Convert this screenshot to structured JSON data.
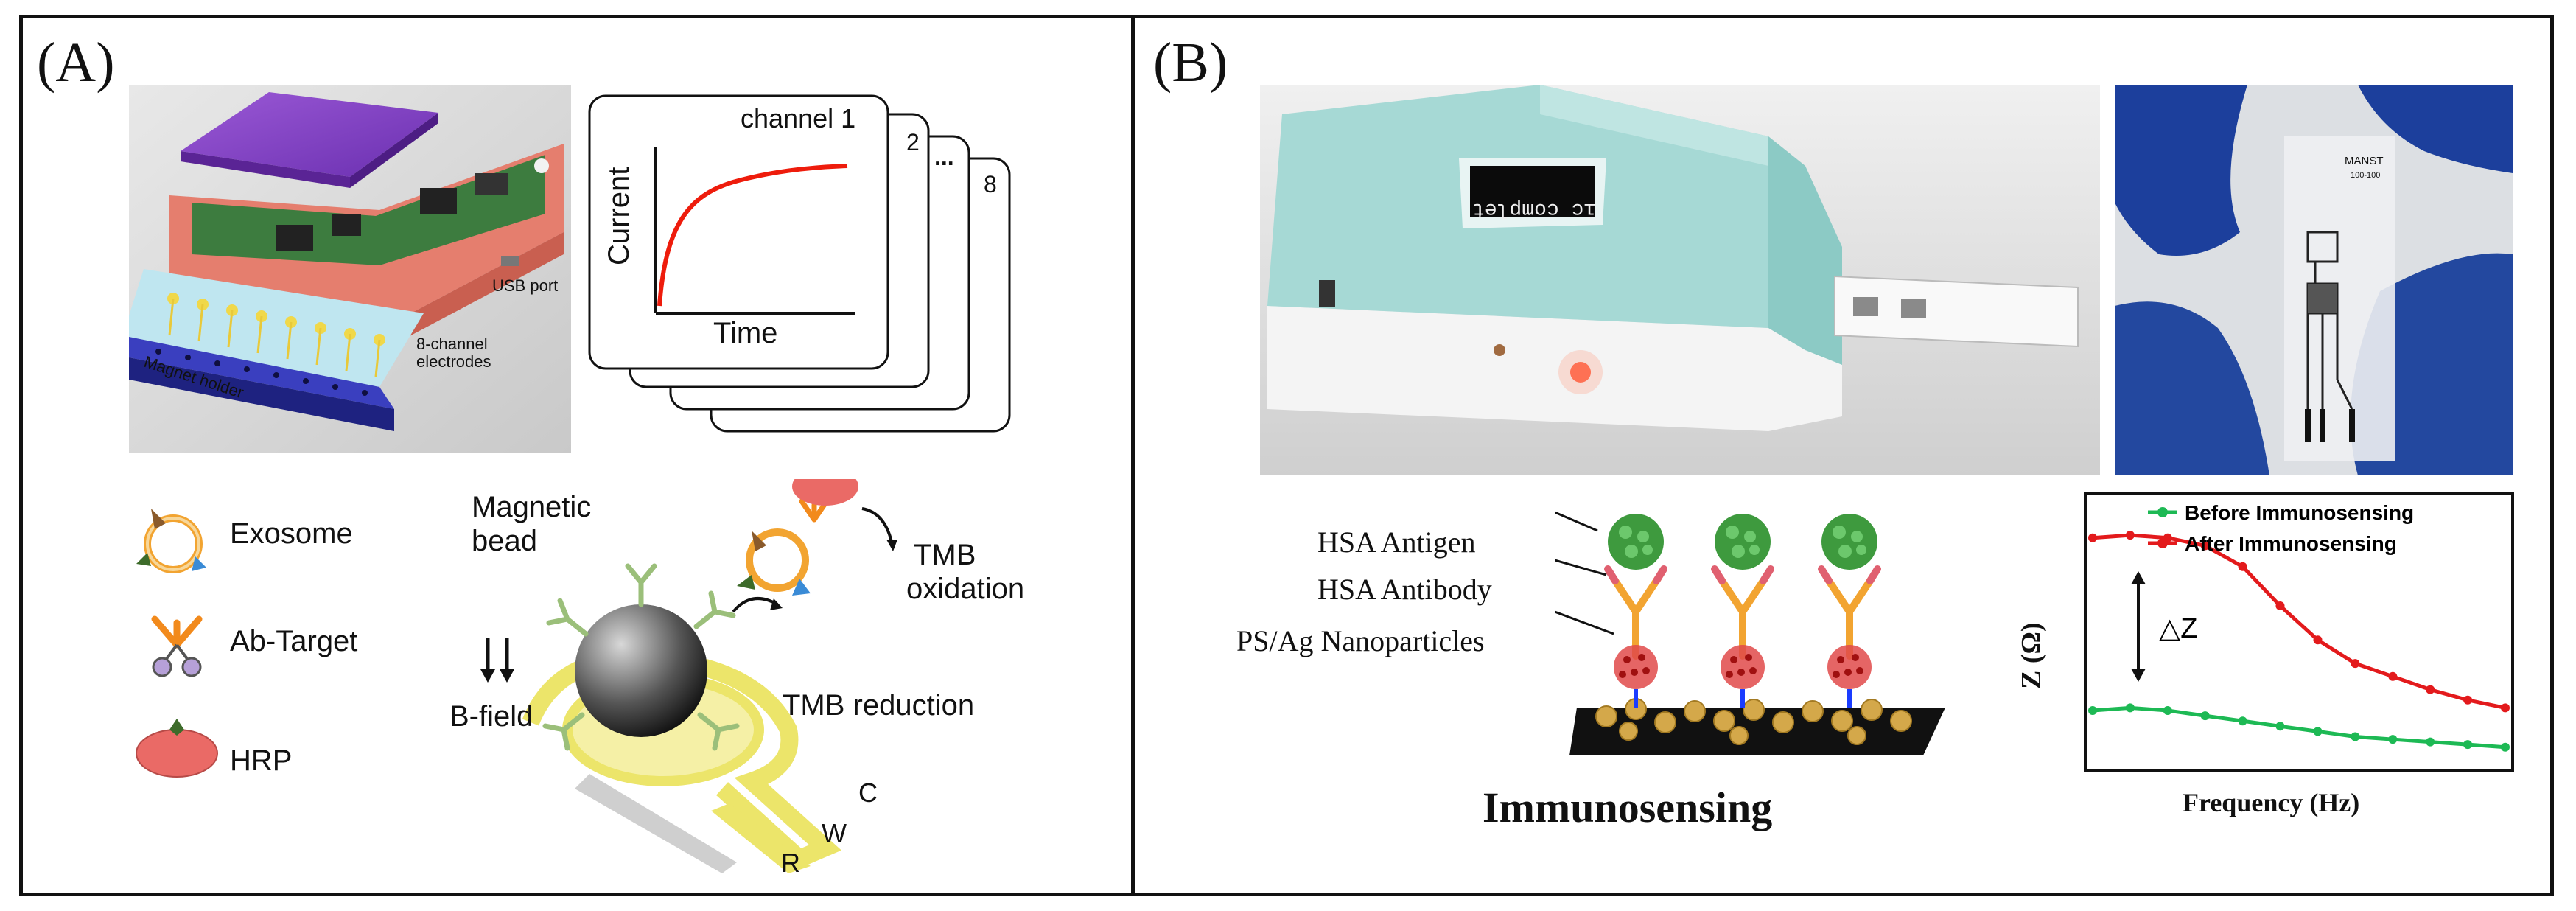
{
  "panels": {
    "a_label": "(A)",
    "b_label": "(B)"
  },
  "device_a": {
    "usb_port": "USB port",
    "electrodes_line1": "8-channel",
    "electrodes_line2": "electrodes",
    "magnet_holder": "Magnet holder"
  },
  "current_chart": {
    "channel_label": "channel 1",
    "stack_labels": [
      "2",
      "...",
      "8"
    ],
    "ylabel": "Current",
    "xlabel": "Time"
  },
  "legend_a": {
    "exosome": "Exosome",
    "ab_target": "Ab-Target",
    "hrp": "HRP"
  },
  "scheme_a": {
    "magnetic_line1": "Magnetic",
    "magnetic_line2": "bead",
    "bfield": "B-field",
    "tmb_ox_line1": "TMB",
    "tmb_ox_line2": "oxidation",
    "tmb_red": "TMB reduction",
    "electrode_w": "W",
    "electrode_c": "C",
    "electrode_r": "R"
  },
  "device_b": {
    "screen_text": "ic complet",
    "strip_brand": "MANST",
    "strip_code": "100-100"
  },
  "immuno": {
    "antigen": "HSA Antigen",
    "antibody": "HSA Antibody",
    "nanoparticles": "PS/Ag Nanoparticles",
    "title": "Immunosensing"
  },
  "chart_data": {
    "type": "line",
    "xlabel": "Frequency (Hz)",
    "ylabel": "Z (Ω)",
    "delta_label": "△Z",
    "x": [
      0,
      1,
      2,
      3,
      4,
      5,
      6,
      7,
      8,
      9,
      10,
      11
    ],
    "series": [
      {
        "name": "Before Immunosensing",
        "color": "#1db954",
        "values": [
          0.2,
          0.21,
          0.2,
          0.18,
          0.16,
          0.14,
          0.12,
          0.1,
          0.09,
          0.08,
          0.07,
          0.06
        ]
      },
      {
        "name": "After Immunosensing",
        "color": "#e31a1c",
        "values": [
          0.86,
          0.87,
          0.86,
          0.83,
          0.75,
          0.6,
          0.47,
          0.38,
          0.33,
          0.28,
          0.24,
          0.21
        ]
      }
    ],
    "ylim": [
      0,
      1
    ],
    "grid": false,
    "legend": "top"
  }
}
